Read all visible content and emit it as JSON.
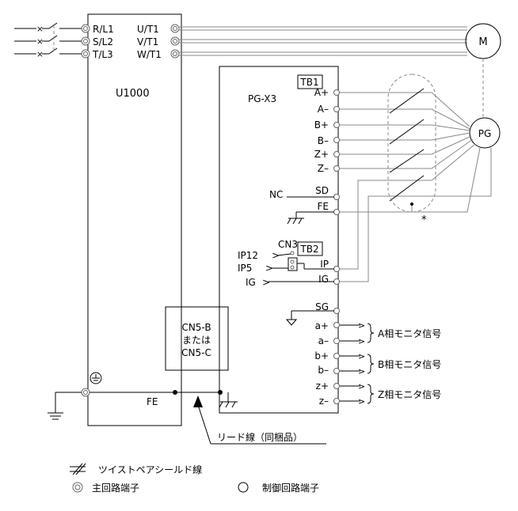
{
  "inverter": {
    "model": "U1000",
    "input_terminals": [
      "R/L1",
      "S/L2",
      "T/L3"
    ],
    "output_terminals": [
      "U/T1",
      "V/T1",
      "W/T1"
    ],
    "fe_label": "FE"
  },
  "motor": {
    "label": "M"
  },
  "encoder": {
    "label": "PG"
  },
  "option_card": {
    "name": "PG-X3",
    "tb1_label": "TB1",
    "tb1_terminals": [
      "A+",
      "A–",
      "B+",
      "B–",
      "Z+",
      "Z–",
      "SD",
      "FE"
    ],
    "tb2_label": "TB2",
    "tb2_terminals": [
      "IP",
      "IG",
      "SG",
      "a+",
      "a–",
      "b+",
      "b–",
      "z+",
      "z–"
    ],
    "cn3_label": "CN3",
    "nc_label": "NC",
    "ip12_label": "IP12",
    "ip5_label": "IP5",
    "ig_in_label": "IG",
    "asterisk": "*"
  },
  "connector": {
    "line1": "CN5-B",
    "line2": "または",
    "line3": "CN5-C"
  },
  "monitor_signals": [
    "A相モニタ信号",
    "B相モニタ信号",
    "Z相モニタ信号"
  ],
  "lead_wire_label": "リード線（同梱品）",
  "legend": {
    "twisted_pair": "ツイストペアシールド線",
    "main_terminal": "主回路端子",
    "control_terminal": "制御回路端子"
  }
}
